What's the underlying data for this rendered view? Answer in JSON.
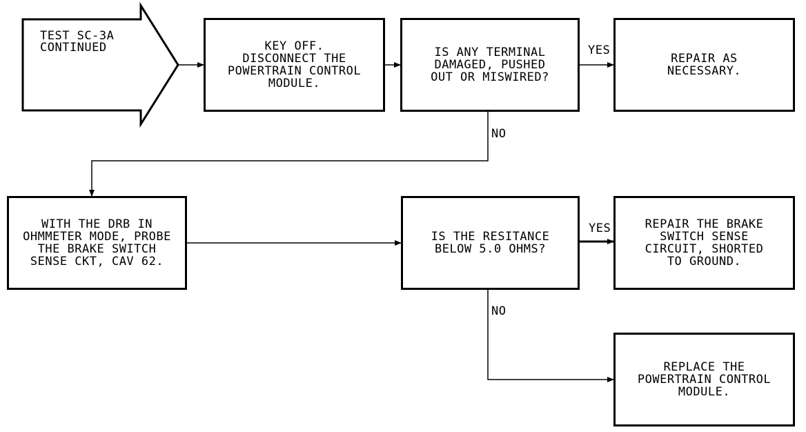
{
  "start": {
    "text": "TEST SC-3A\nCONTINUED"
  },
  "steps": [
    {
      "id": "key-off",
      "text": "KEY OFF.\nDISCONNECT THE\nPOWERTRAIN CONTROL\nMODULE."
    },
    {
      "id": "terminal-question",
      "text": "IS ANY TERMINAL\nDAMAGED, PUSHED\nOUT OR MISWIRED?"
    },
    {
      "id": "repair-necessary",
      "text": "REPAIR AS\nNECESSARY."
    },
    {
      "id": "probe-circuit",
      "text": "WITH THE DRB IN\nOHMMETER MODE, PROBE\nTHE BRAKE SWITCH\nSENSE CKT, CAV 62."
    },
    {
      "id": "resistance-question",
      "text": "IS THE RESITANCE\nBELOW 5.0 OHMS?"
    },
    {
      "id": "repair-brake-circuit",
      "text": "REPAIR THE BRAKE\nSWITCH SENSE\nCIRCUIT, SHORTED\nTO GROUND."
    },
    {
      "id": "replace-pcm",
      "text": "REPLACE THE\nPOWERTRAIN CONTROL\nMODULE."
    }
  ],
  "labels": {
    "yes_1": "YES",
    "no_1": "NO",
    "yes_2": "YES",
    "no_2": "NO"
  }
}
